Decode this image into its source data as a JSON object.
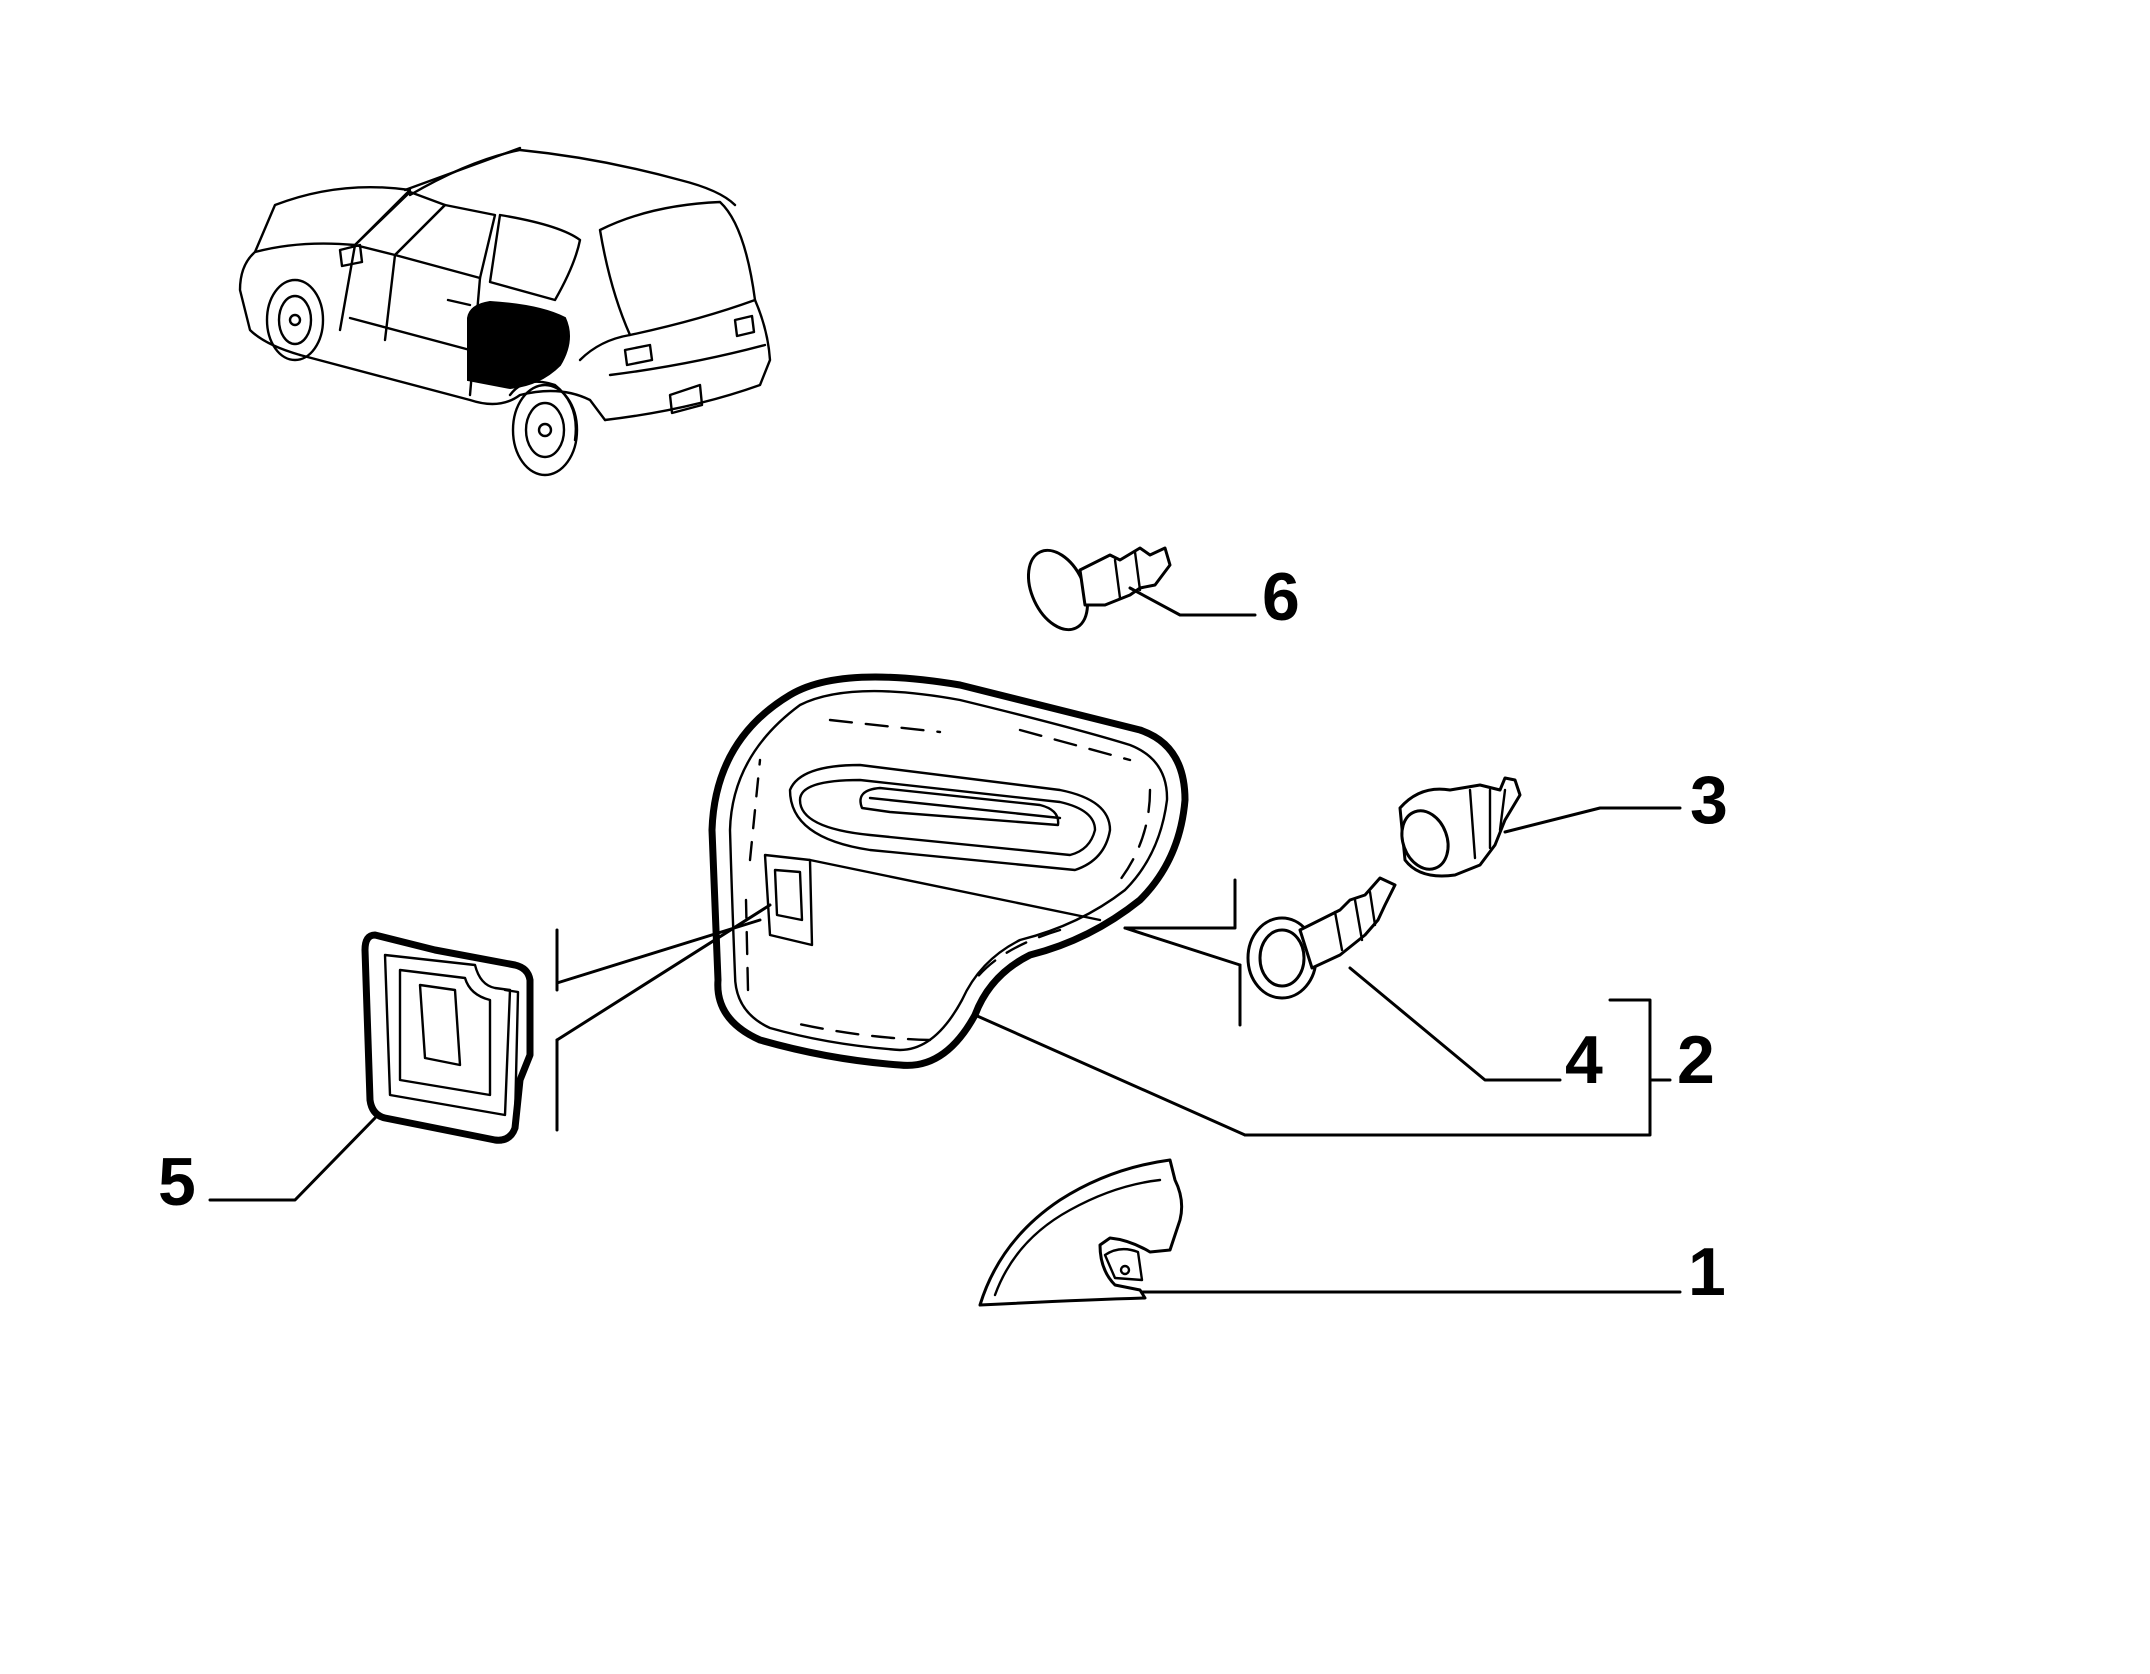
{
  "callouts": {
    "c1": "1",
    "c2": "2",
    "c3": "3",
    "c4": "4",
    "c5": "5",
    "c6": "6"
  },
  "colors": {
    "ink": "#000000",
    "paper": "#ffffff",
    "highlight": "#000000"
  },
  "icons": {
    "vehicle": "hatchback-car-outline-icon",
    "panel": "door-trim-panel-icon",
    "pocket": "door-pocket-icon",
    "rivet": "push-rivet-clip-icon",
    "cover": "corner-cover-icon"
  }
}
